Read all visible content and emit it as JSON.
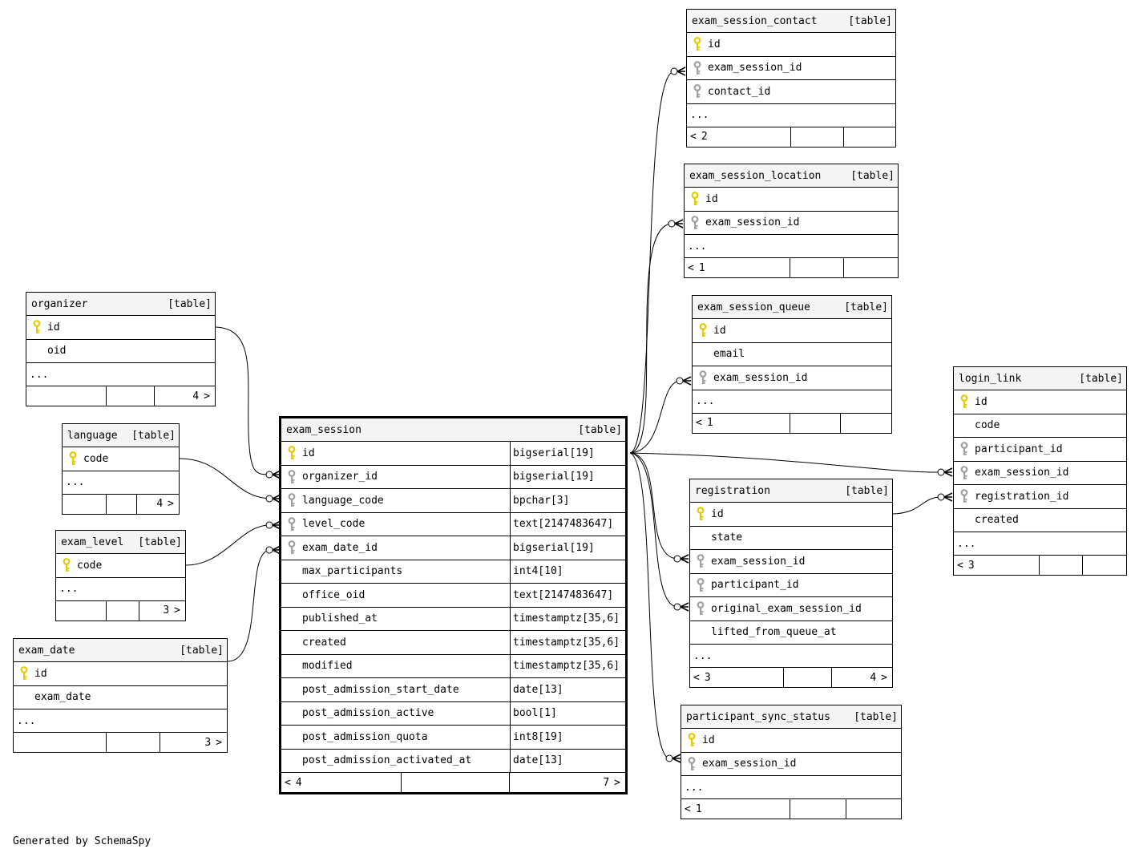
{
  "credit": "Generated by SchemaSpy",
  "labels": {
    "table": "[table]",
    "ellipsis": "...",
    "prev": "<",
    "next": ">"
  },
  "colors": {
    "primary_key": "#e8c800",
    "foreign_key": "#a0a0a0",
    "header_bg": "#f4f4f4"
  },
  "tables": {
    "organizer": {
      "name": "organizer",
      "tag": "[table]",
      "columns": [
        {
          "name": "id",
          "key": "pk"
        },
        {
          "name": "oid",
          "key": "none"
        }
      ],
      "footer": {
        "children": "",
        "parents": "4"
      }
    },
    "language": {
      "name": "language",
      "tag": "[table]",
      "columns": [
        {
          "name": "code",
          "key": "pk"
        }
      ],
      "footer": {
        "children": "",
        "parents": "4"
      }
    },
    "exam_level": {
      "name": "exam_level",
      "tag": "[table]",
      "columns": [
        {
          "name": "code",
          "key": "pk"
        }
      ],
      "footer": {
        "children": "",
        "parents": "3"
      }
    },
    "exam_date": {
      "name": "exam_date",
      "tag": "[table]",
      "columns": [
        {
          "name": "id",
          "key": "pk"
        },
        {
          "name": "exam_date",
          "key": "none"
        }
      ],
      "footer": {
        "children": "",
        "parents": "3"
      }
    },
    "exam_session": {
      "name": "exam_session",
      "tag": "[table]",
      "columns": [
        {
          "name": "id",
          "key": "pk",
          "type": "bigserial[19]"
        },
        {
          "name": "organizer_id",
          "key": "fk",
          "type": "bigserial[19]"
        },
        {
          "name": "language_code",
          "key": "fk",
          "type": "bpchar[3]"
        },
        {
          "name": "level_code",
          "key": "fk",
          "type": "text[2147483647]"
        },
        {
          "name": "exam_date_id",
          "key": "fk",
          "type": "bigserial[19]"
        },
        {
          "name": "max_participants",
          "key": "none",
          "type": "int4[10]"
        },
        {
          "name": "office_oid",
          "key": "none",
          "type": "text[2147483647]"
        },
        {
          "name": "published_at",
          "key": "none",
          "type": "timestamptz[35,6]"
        },
        {
          "name": "created",
          "key": "none",
          "type": "timestamptz[35,6]"
        },
        {
          "name": "modified",
          "key": "none",
          "type": "timestamptz[35,6]"
        },
        {
          "name": "post_admission_start_date",
          "key": "none",
          "type": "date[13]"
        },
        {
          "name": "post_admission_active",
          "key": "none",
          "type": "bool[1]"
        },
        {
          "name": "post_admission_quota",
          "key": "none",
          "type": "int8[19]"
        },
        {
          "name": "post_admission_activated_at",
          "key": "none",
          "type": "date[13]"
        }
      ],
      "footer": {
        "children": "4",
        "parents": "7"
      }
    },
    "exam_session_contact": {
      "name": "exam_session_contact",
      "tag": "[table]",
      "columns": [
        {
          "name": "id",
          "key": "pk"
        },
        {
          "name": "exam_session_id",
          "key": "fk"
        },
        {
          "name": "contact_id",
          "key": "fk"
        }
      ],
      "footer": {
        "children": "2",
        "parents": ""
      }
    },
    "exam_session_location": {
      "name": "exam_session_location",
      "tag": "[table]",
      "columns": [
        {
          "name": "id",
          "key": "pk"
        },
        {
          "name": "exam_session_id",
          "key": "fk"
        }
      ],
      "footer": {
        "children": "1",
        "parents": ""
      }
    },
    "exam_session_queue": {
      "name": "exam_session_queue",
      "tag": "[table]",
      "columns": [
        {
          "name": "id",
          "key": "pk"
        },
        {
          "name": "email",
          "key": "none"
        },
        {
          "name": "exam_session_id",
          "key": "fk"
        }
      ],
      "footer": {
        "children": "1",
        "parents": ""
      }
    },
    "registration": {
      "name": "registration",
      "tag": "[table]",
      "columns": [
        {
          "name": "id",
          "key": "pk"
        },
        {
          "name": "state",
          "key": "none"
        },
        {
          "name": "exam_session_id",
          "key": "fk"
        },
        {
          "name": "participant_id",
          "key": "fk"
        },
        {
          "name": "original_exam_session_id",
          "key": "fk"
        },
        {
          "name": "lifted_from_queue_at",
          "key": "none"
        }
      ],
      "footer": {
        "children": "3",
        "parents": "4"
      }
    },
    "participant_sync_status": {
      "name": "participant_sync_status",
      "tag": "[table]",
      "columns": [
        {
          "name": "id",
          "key": "pk"
        },
        {
          "name": "exam_session_id",
          "key": "fk"
        }
      ],
      "footer": {
        "children": "1",
        "parents": ""
      }
    },
    "login_link": {
      "name": "login_link",
      "tag": "[table]",
      "columns": [
        {
          "name": "id",
          "key": "pk"
        },
        {
          "name": "code",
          "key": "none"
        },
        {
          "name": "participant_id",
          "key": "fk"
        },
        {
          "name": "exam_session_id",
          "key": "fk"
        },
        {
          "name": "registration_id",
          "key": "fk"
        },
        {
          "name": "created",
          "key": "none"
        }
      ],
      "footer": {
        "children": "3",
        "parents": ""
      }
    }
  }
}
